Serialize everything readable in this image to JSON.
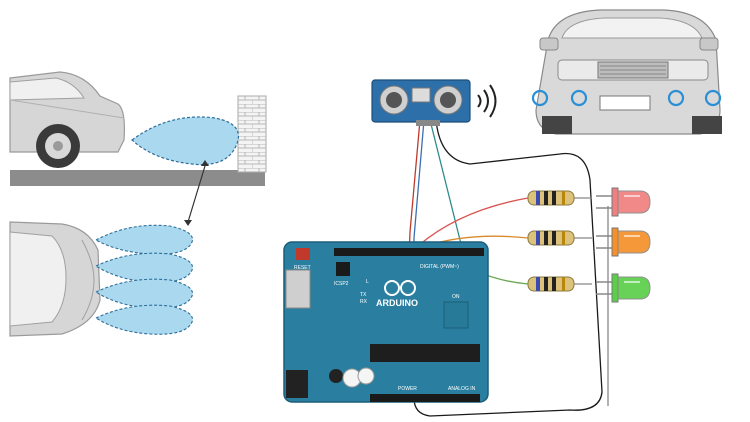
{
  "board": {
    "brand": "ARDUINO",
    "reset_label": "RESET",
    "icsp_label": "ICSP2",
    "digital_label": "DIGITAL (PWM~)",
    "power_label": "POWER",
    "analog_label": "ANALOG IN",
    "led_l": "L",
    "led_tx": "TX",
    "led_rx": "RX",
    "on_label": "ON"
  },
  "colors": {
    "board": "#2a7fa0",
    "detection_zone": "#a9d8ef",
    "detection_outline": "#2f6f99",
    "wire_red": "#c0392b",
    "wire_blue": "#3b6fb0",
    "wire_orange": "#d98b2b",
    "wire_green": "#6aa84f",
    "wire_black": "#1a1a1a",
    "led_red": "#f08080",
    "led_orange": "#f5902a",
    "led_green": "#5ccf4a",
    "sensor_highlight": "#2a8fd6"
  },
  "leds": [
    {
      "name": "red-led",
      "color": "#f08080"
    },
    {
      "name": "orange-led",
      "color": "#f5902a"
    },
    {
      "name": "green-led",
      "color": "#5ccf4a"
    }
  ]
}
